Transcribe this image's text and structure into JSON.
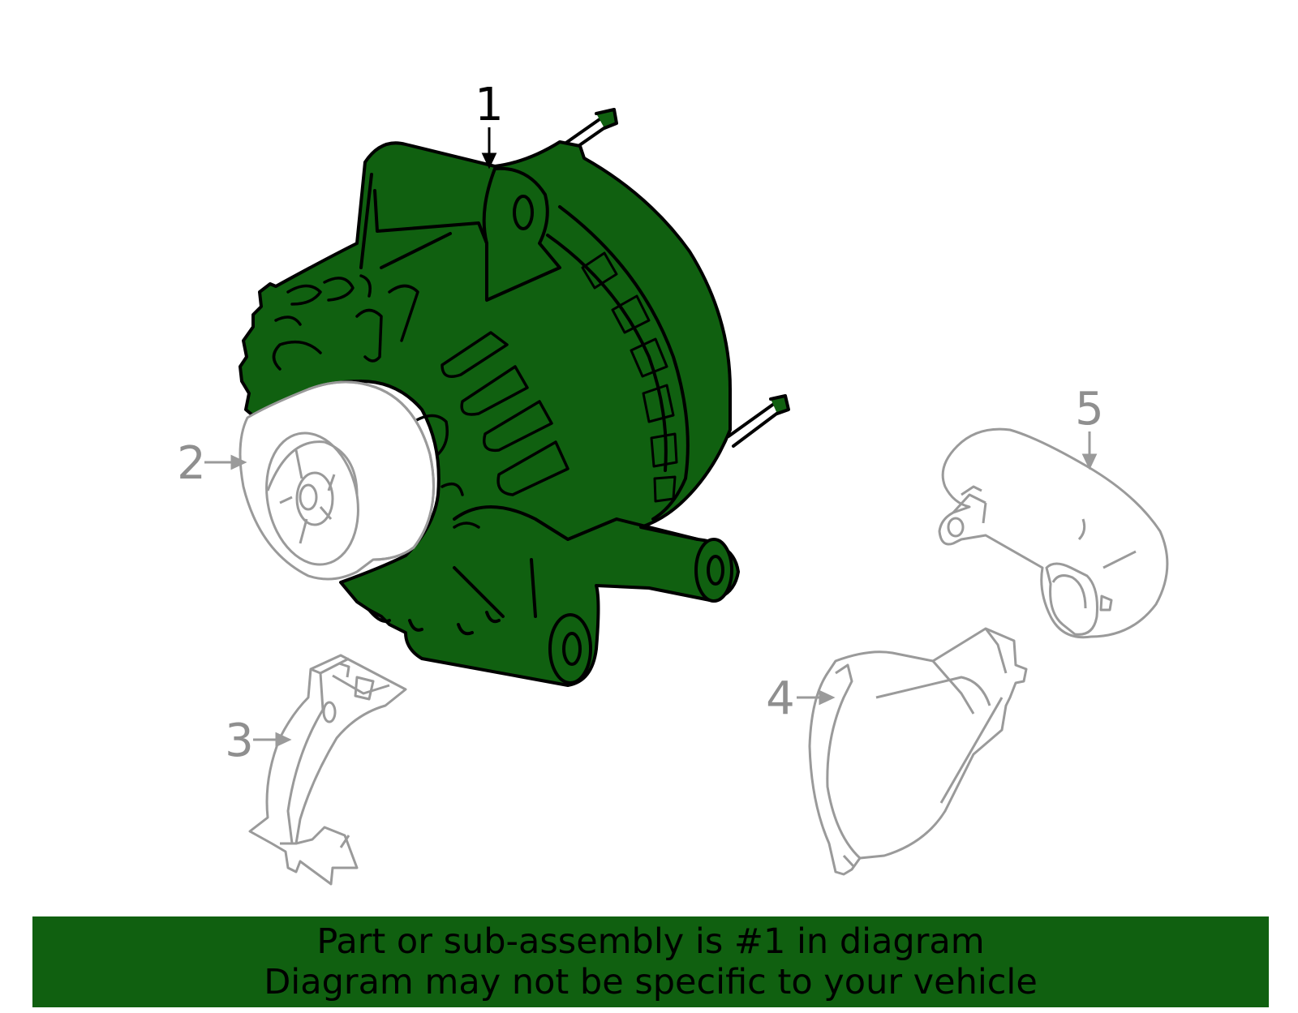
{
  "colors": {
    "highlight_fill": "#106010",
    "highlight_stroke": "#000000",
    "muted_stroke": "#9a9a9a",
    "banner_bg": "#106010"
  },
  "callouts": {
    "part1": "1",
    "part2": "2",
    "part3": "3",
    "part4": "4",
    "part5": "5"
  },
  "banner": {
    "line1": "Part or sub-assembly is #1 in diagram",
    "line2": "Diagram may not be specific to your vehicle"
  }
}
